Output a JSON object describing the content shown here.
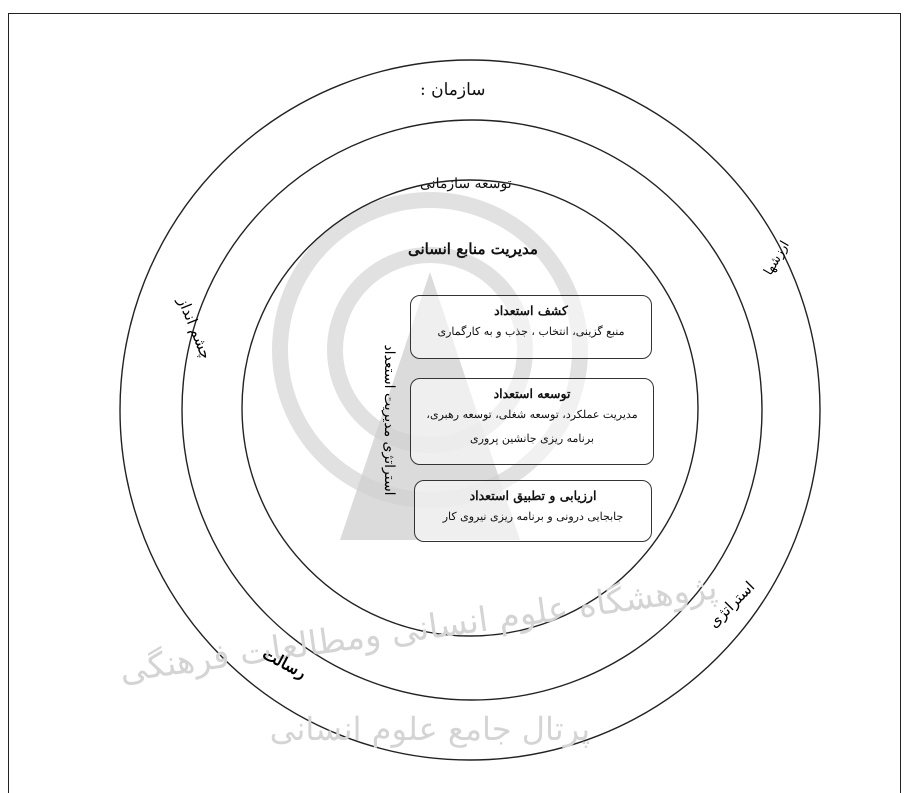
{
  "diagram": {
    "outer_label": "سازمان :",
    "middle_label": "توسعه سازمانی",
    "inner_label": "مدیریت منابع انسانی",
    "pyramid_label": "استراتژی مدیریت استعداد",
    "ring_labels": {
      "vision": "چشم انداز",
      "values": "ارزشها",
      "strategy": "استراتژی",
      "mission": "رسالت"
    },
    "boxes": [
      {
        "title": "کشف استعداد",
        "subtitle": "منبع گزینی، انتخاب ، جذب و به کارگماری"
      },
      {
        "title": "توسعه استعداد",
        "subtitle": "مدیریت عملکرد، توسعه شغلی، توسعه رهبری، برنامه ریزی جانشین پروری"
      },
      {
        "title": "ارزیابی و تطبیق استعداد",
        "subtitle": "جابجایی درونی و برنامه ریزی نیروی کار"
      }
    ],
    "watermark_lines": [
      "پژوهشگاه علوم انسانی ومطالعات فرهنگی",
      "پرتال جامع علوم انسانی"
    ],
    "colors": {
      "line": "#222222",
      "watermark": "#d9d9d9",
      "pyramid": "#cfcfcf"
    }
  }
}
